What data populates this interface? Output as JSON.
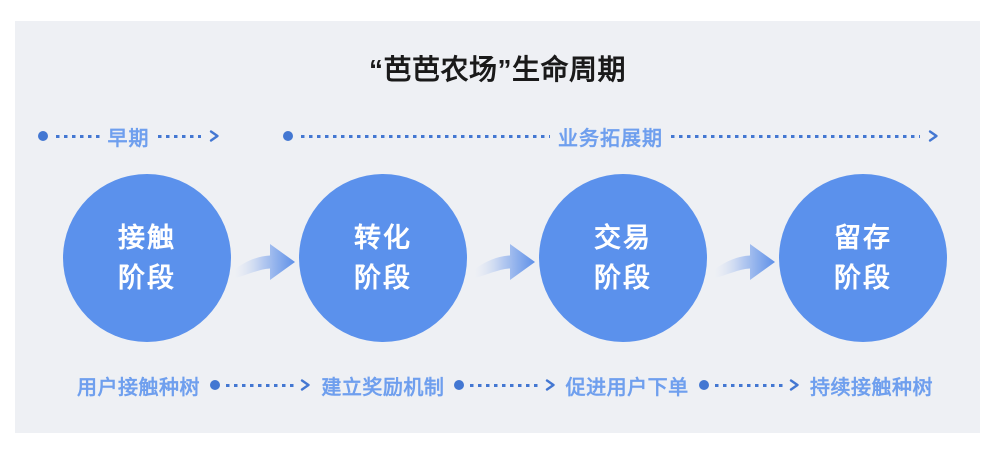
{
  "title": "“芭芭农场”生命周期",
  "timelines": {
    "early": {
      "label": "早期"
    },
    "expansion": {
      "label": "业务拓展期"
    }
  },
  "stages": [
    {
      "line1": "接触",
      "line2": "阶段",
      "action": "用户接触种树"
    },
    {
      "line1": "转化",
      "line2": "阶段",
      "action": "建立奖励机制"
    },
    {
      "line1": "交易",
      "line2": "阶段",
      "action": "促进用户下单"
    },
    {
      "line1": "留存",
      "line2": "阶段",
      "action": "持续接触种树"
    }
  ],
  "icons": {
    "timeline_dot": "filled-circle",
    "arrow_head": "chevron-right",
    "flow_arrow": "swoosh-right-arrow"
  },
  "colors": {
    "page_bg": "#FFFFFF",
    "panel_bg": "#EEF0F4",
    "circle_fill": "#5B91EC",
    "circle_text": "#FFFFFF",
    "label_blue": "#6F9FEE",
    "accent_blue": "#4377D2",
    "title_color": "#1A1A1A"
  }
}
